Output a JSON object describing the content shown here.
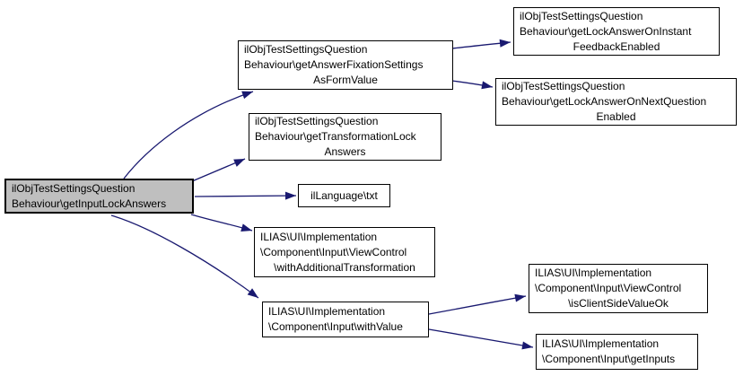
{
  "diagram": {
    "type": "call-graph",
    "edge_color": "#191970",
    "node_fill": "#ffffff",
    "node_border_color": "#000000",
    "focus_node_fill": "#bfbfbf",
    "nodes": {
      "getInputLockAnswers": {
        "lines": [
          "ilObjTestSettingsQuestion",
          "Behaviour\\getInputLockAnswers"
        ],
        "focused": true
      },
      "getAnswerFixationSettingsAsFormValue": {
        "lines": [
          "ilObjTestSettingsQuestion",
          "Behaviour\\getAnswerFixationSettings",
          "AsFormValue"
        ]
      },
      "getTransformationLockAnswers": {
        "lines": [
          "ilObjTestSettingsQuestion",
          "Behaviour\\getTransformationLock",
          "Answers"
        ]
      },
      "ilLanguage_txt": {
        "lines": [
          "ilLanguage\\txt"
        ]
      },
      "withAdditionalTransformation": {
        "lines": [
          "ILIAS\\UI\\Implementation",
          "\\Component\\Input\\ViewControl",
          "\\withAdditionalTransformation"
        ]
      },
      "withValue": {
        "lines": [
          "ILIAS\\UI\\Implementation",
          "\\Component\\Input\\withValue"
        ]
      },
      "getLockAnswerOnInstantFeedbackEnabled": {
        "lines": [
          "ilObjTestSettingsQuestion",
          "Behaviour\\getLockAnswerOnInstant",
          "FeedbackEnabled"
        ]
      },
      "getLockAnswerOnNextQuestionEnabled": {
        "lines": [
          "ilObjTestSettingsQuestion",
          "Behaviour\\getLockAnswerOnNextQuestion",
          "Enabled"
        ]
      },
      "isClientSideValueOk": {
        "lines": [
          "ILIAS\\UI\\Implementation",
          "\\Component\\Input\\ViewControl",
          "\\isClientSideValueOk"
        ]
      },
      "getInputs": {
        "lines": [
          "ILIAS\\UI\\Implementation",
          "\\Component\\Input\\getInputs"
        ]
      }
    },
    "edges": [
      {
        "from": "getInputLockAnswers",
        "to": "getAnswerFixationSettingsAsFormValue"
      },
      {
        "from": "getInputLockAnswers",
        "to": "getTransformationLockAnswers"
      },
      {
        "from": "getInputLockAnswers",
        "to": "ilLanguage_txt"
      },
      {
        "from": "getInputLockAnswers",
        "to": "withAdditionalTransformation"
      },
      {
        "from": "getInputLockAnswers",
        "to": "withValue"
      },
      {
        "from": "getAnswerFixationSettingsAsFormValue",
        "to": "getLockAnswerOnInstantFeedbackEnabled"
      },
      {
        "from": "getAnswerFixationSettingsAsFormValue",
        "to": "getLockAnswerOnNextQuestionEnabled"
      },
      {
        "from": "withValue",
        "to": "isClientSideValueOk"
      },
      {
        "from": "withValue",
        "to": "getInputs"
      }
    ]
  }
}
